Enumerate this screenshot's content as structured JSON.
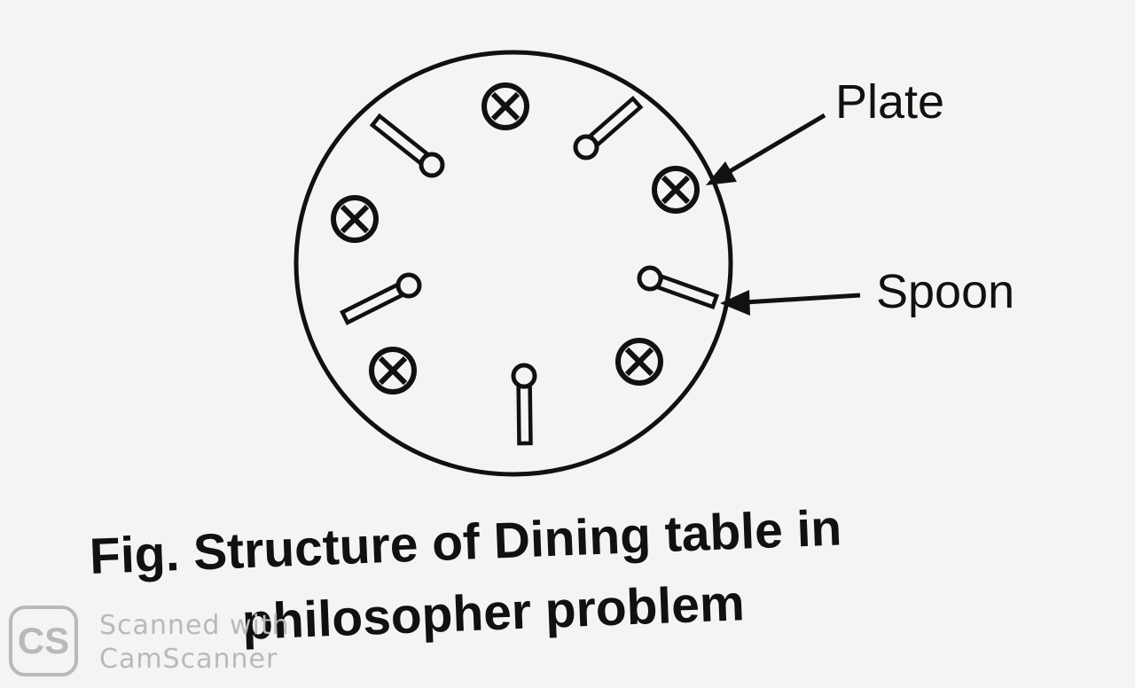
{
  "labels": {
    "plate": "Plate",
    "spoon": "Spoon"
  },
  "caption": {
    "line1": "Fig. Structure of Dining table in",
    "line2": "philosopher problem"
  },
  "watermark": {
    "logo": "CS",
    "line1": "Scanned with",
    "line2": "CamScanner"
  },
  "diagram": {
    "plate_count": 5,
    "spoon_count": 5,
    "icons": {
      "plate": "circle-cross-icon",
      "spoon": "spoon-icon"
    },
    "colors": {
      "ink": "#111111",
      "paper": "#f4f4f2",
      "watermark": "#b9b9b9"
    }
  }
}
